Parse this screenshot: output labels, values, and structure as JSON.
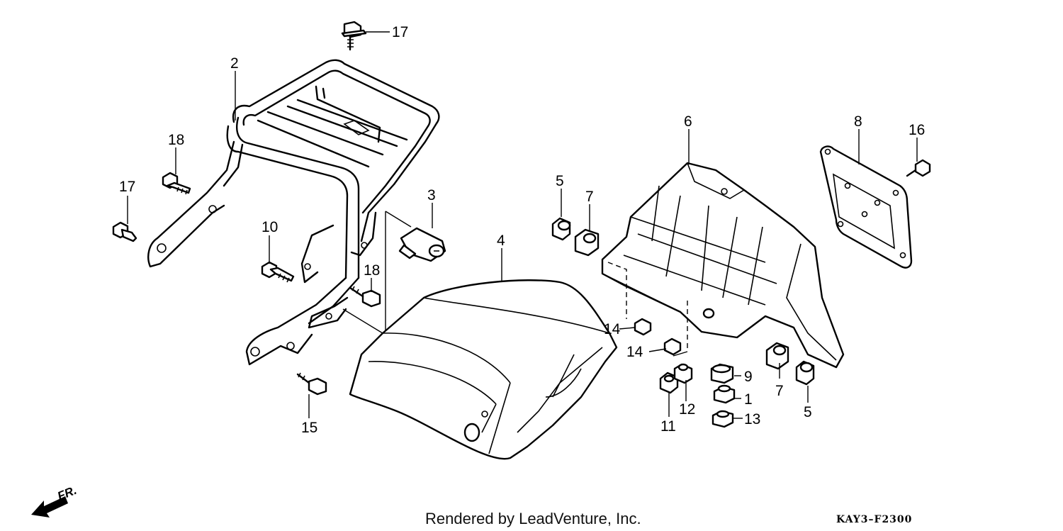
{
  "callouts": [
    {
      "id": "c1",
      "text": "1"
    },
    {
      "id": "c2",
      "text": "2"
    },
    {
      "id": "c3",
      "text": "3"
    },
    {
      "id": "c4",
      "text": "4"
    },
    {
      "id": "c5a",
      "text": "5"
    },
    {
      "id": "c5b",
      "text": "5"
    },
    {
      "id": "c6",
      "text": "6"
    },
    {
      "id": "c7a",
      "text": "7"
    },
    {
      "id": "c7b",
      "text": "7"
    },
    {
      "id": "c8",
      "text": "8"
    },
    {
      "id": "c9",
      "text": "9"
    },
    {
      "id": "c10",
      "text": "10"
    },
    {
      "id": "c11",
      "text": "11"
    },
    {
      "id": "c12",
      "text": "12"
    },
    {
      "id": "c13",
      "text": "13"
    },
    {
      "id": "c14a",
      "text": "14"
    },
    {
      "id": "c14b",
      "text": "14"
    },
    {
      "id": "c15",
      "text": "15"
    },
    {
      "id": "c16",
      "text": "16"
    },
    {
      "id": "c17a",
      "text": "17"
    },
    {
      "id": "c17b",
      "text": "17"
    },
    {
      "id": "c18a",
      "text": "18"
    },
    {
      "id": "c18b",
      "text": "18"
    }
  ],
  "front_indicator": "FR.",
  "footer": {
    "credit": "Rendered by LeadVenture, Inc.",
    "diagram_code": "KAY3–F2300"
  }
}
